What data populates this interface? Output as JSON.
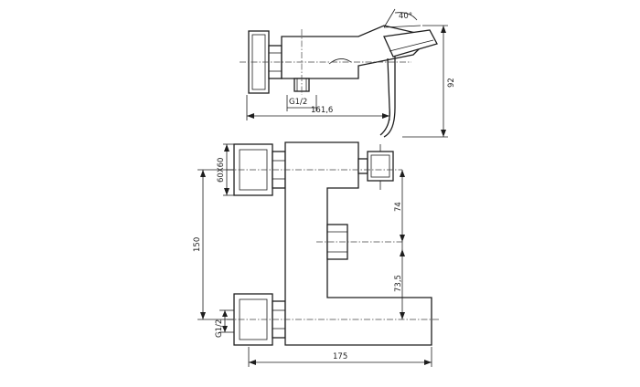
{
  "drawing": {
    "top_view": {
      "angle_label": "40°",
      "height_label": "92",
      "width_label": "161,6",
      "thread_label": "G1/2"
    },
    "front_view": {
      "flange_label": "60X60",
      "centers_label": "150",
      "thread_label": "G1/2",
      "upper_label": "74",
      "lower_label": "73,5",
      "width_label": "175"
    }
  }
}
